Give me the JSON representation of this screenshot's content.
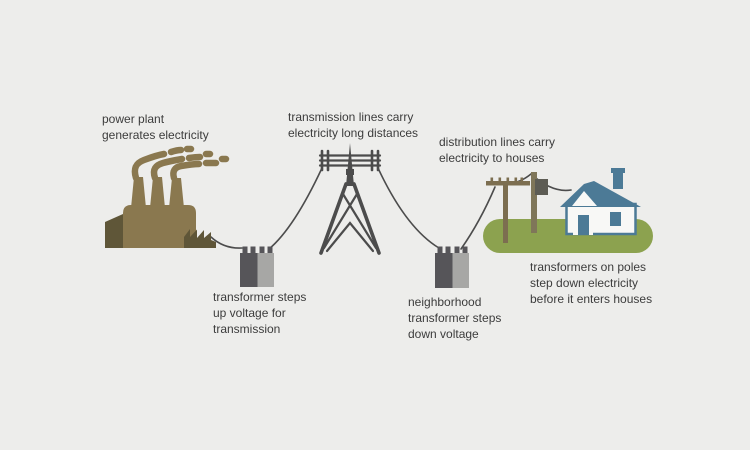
{
  "diagram": {
    "labels": {
      "power_plant": "power plant\ngenerates electricity",
      "step_up_transformer": "transformer steps\nup voltage for\ntransmission",
      "transmission_lines": "transmission lines carry\nelectricity long distances",
      "neighborhood_transformer": "neighborhood\ntransformer steps\ndown voltage",
      "distribution_lines": "distribution lines carry\nelectricity to houses",
      "pole_transformers": "transformers on poles\nstep down electricity\nbefore it enters houses"
    },
    "icons": {
      "power_plant": "factory-with-smokestacks-icon",
      "step_up_transformer": "transformer-blocks-icon",
      "transmission_tower": "lattice-tower-icon",
      "neighborhood_transformer": "transformer-blocks-icon",
      "utility_poles": "utility-pole-icon",
      "house": "house-icon",
      "grass": "grass-patch",
      "wires": "power-line-wire"
    },
    "colors": {
      "bg": "#ededeb",
      "text": "#3c3c3c",
      "plant_main": "#8a784f",
      "plant_dark": "#5f5638",
      "tower": "#4c4c4c",
      "wire": "#4c4c4c",
      "transformer_dark": "#565559",
      "transformer_light": "#a7a7a5",
      "pole": "#7c6e50",
      "pole_light": "#7f7659",
      "pole_box": "#5d5c54",
      "grass": "#8ca24f",
      "house_blue": "#4c7a96",
      "house_white": "#f8f8f6"
    }
  }
}
